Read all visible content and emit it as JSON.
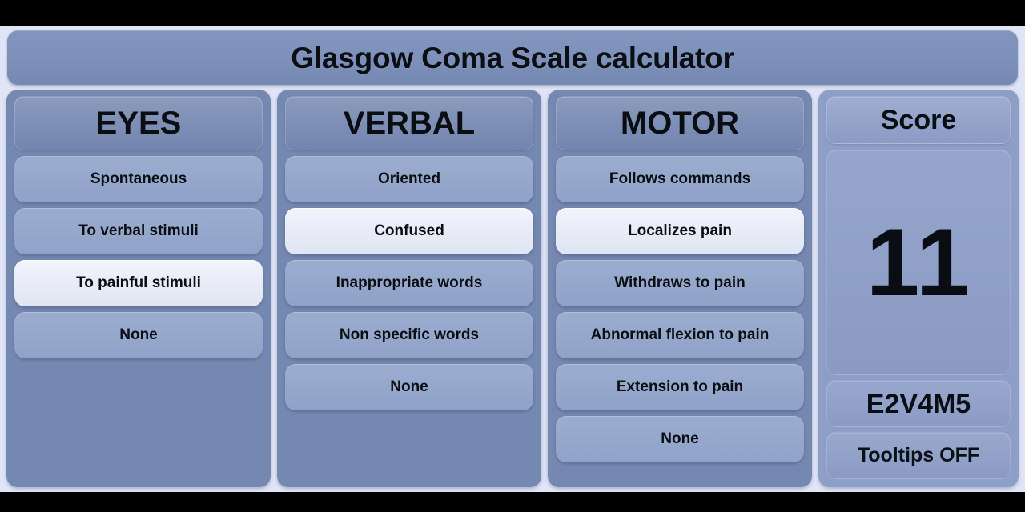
{
  "app": {
    "title": "Glasgow Coma Scale calculator",
    "background_color": "#dfe4f6",
    "panel_color": "#7588b1",
    "score_panel_color": "#8d9ec7",
    "option_color": "#95a7cb",
    "option_selected_color": "#e7ebf7"
  },
  "columns": [
    {
      "header": "EYES",
      "options": [
        {
          "label": "Spontaneous",
          "selected": false
        },
        {
          "label": "To verbal stimuli",
          "selected": false
        },
        {
          "label": "To painful stimuli",
          "selected": true
        },
        {
          "label": "None",
          "selected": false
        }
      ]
    },
    {
      "header": "VERBAL",
      "options": [
        {
          "label": "Oriented",
          "selected": false
        },
        {
          "label": "Confused",
          "selected": true
        },
        {
          "label": "Inappropriate words",
          "selected": false
        },
        {
          "label": "Non specific words",
          "selected": false
        },
        {
          "label": "None",
          "selected": false
        }
      ]
    },
    {
      "header": "MOTOR",
      "options": [
        {
          "label": "Follows commands",
          "selected": false
        },
        {
          "label": "Localizes pain",
          "selected": true
        },
        {
          "label": "Withdraws to pain",
          "selected": false
        },
        {
          "label": "Abnormal flexion to pain",
          "selected": false
        },
        {
          "label": "Extension to pain",
          "selected": false
        },
        {
          "label": "None",
          "selected": false
        }
      ]
    }
  ],
  "score_panel": {
    "header": "Score",
    "total": "11",
    "breakdown": "E2V4M5",
    "tooltips_toggle": "Tooltips OFF"
  }
}
